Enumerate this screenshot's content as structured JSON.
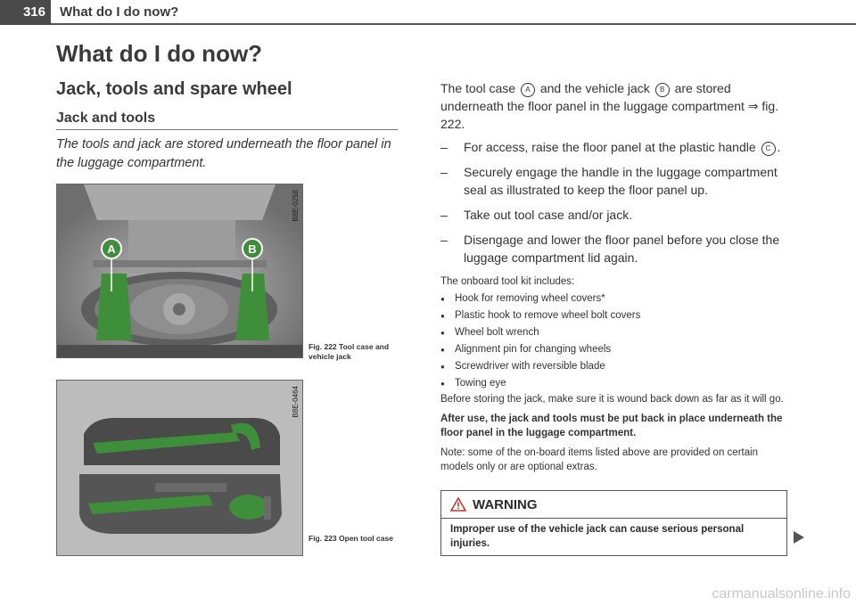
{
  "header": {
    "page_number": "316",
    "title": "What do I do now?"
  },
  "page_heading": "What do I do now?",
  "section_heading": "Jack, tools and spare wheel",
  "sub_heading": "Jack and tools",
  "intro": "The tools and jack are stored underneath the floor panel in the luggage compartment.",
  "figures": [
    {
      "code": "B8E-0258",
      "caption": "Fig. 222  Tool case and vehicle jack",
      "markers": [
        "A",
        "B"
      ]
    },
    {
      "code": "B8E-0464",
      "caption": "Fig. 223  Open tool case"
    }
  ],
  "body": {
    "p1_a": "The tool case",
    "p1_b": "and the vehicle jack",
    "p1_c": "are stored underneath the floor panel in the luggage compartment ⇒ fig. 222.",
    "step1_a": "For access, raise the floor panel at the plastic handle",
    "step1_end": ".",
    "steps": [
      "Securely engage the handle in the luggage compartment seal as illustrated to keep the floor panel up.",
      "Take out tool case and/or jack.",
      "Disengage and lower the floor panel before you close the luggage compartment lid again."
    ],
    "kit_intro": "The onboard tool kit includes:",
    "kit": [
      "Hook for removing wheel covers*",
      "Plastic hook to remove wheel bolt covers",
      "Wheel bolt wrench",
      "Alignment pin for changing wheels",
      "Screwdriver with reversible blade",
      "Towing eye"
    ],
    "jack_note": "Before storing the jack, make sure it is wound back down as far as it will go.",
    "after_use": "After use, the jack and tools must be put back in place underneath the floor panel in the luggage compartment.",
    "note": "Note: some of the on-board items listed above are provided on certain models only or are optional extras.",
    "markers": {
      "a": "A",
      "b": "B",
      "c": "C"
    }
  },
  "warning": {
    "title": "WARNING",
    "text": "Improper use of the vehicle jack can cause serious personal injuries."
  },
  "watermark": "carmanualsonline.info",
  "colors": {
    "figure_green": "#3f8f3a",
    "header_dark": "#4a4a4a",
    "warning_red": "#c0392b"
  }
}
